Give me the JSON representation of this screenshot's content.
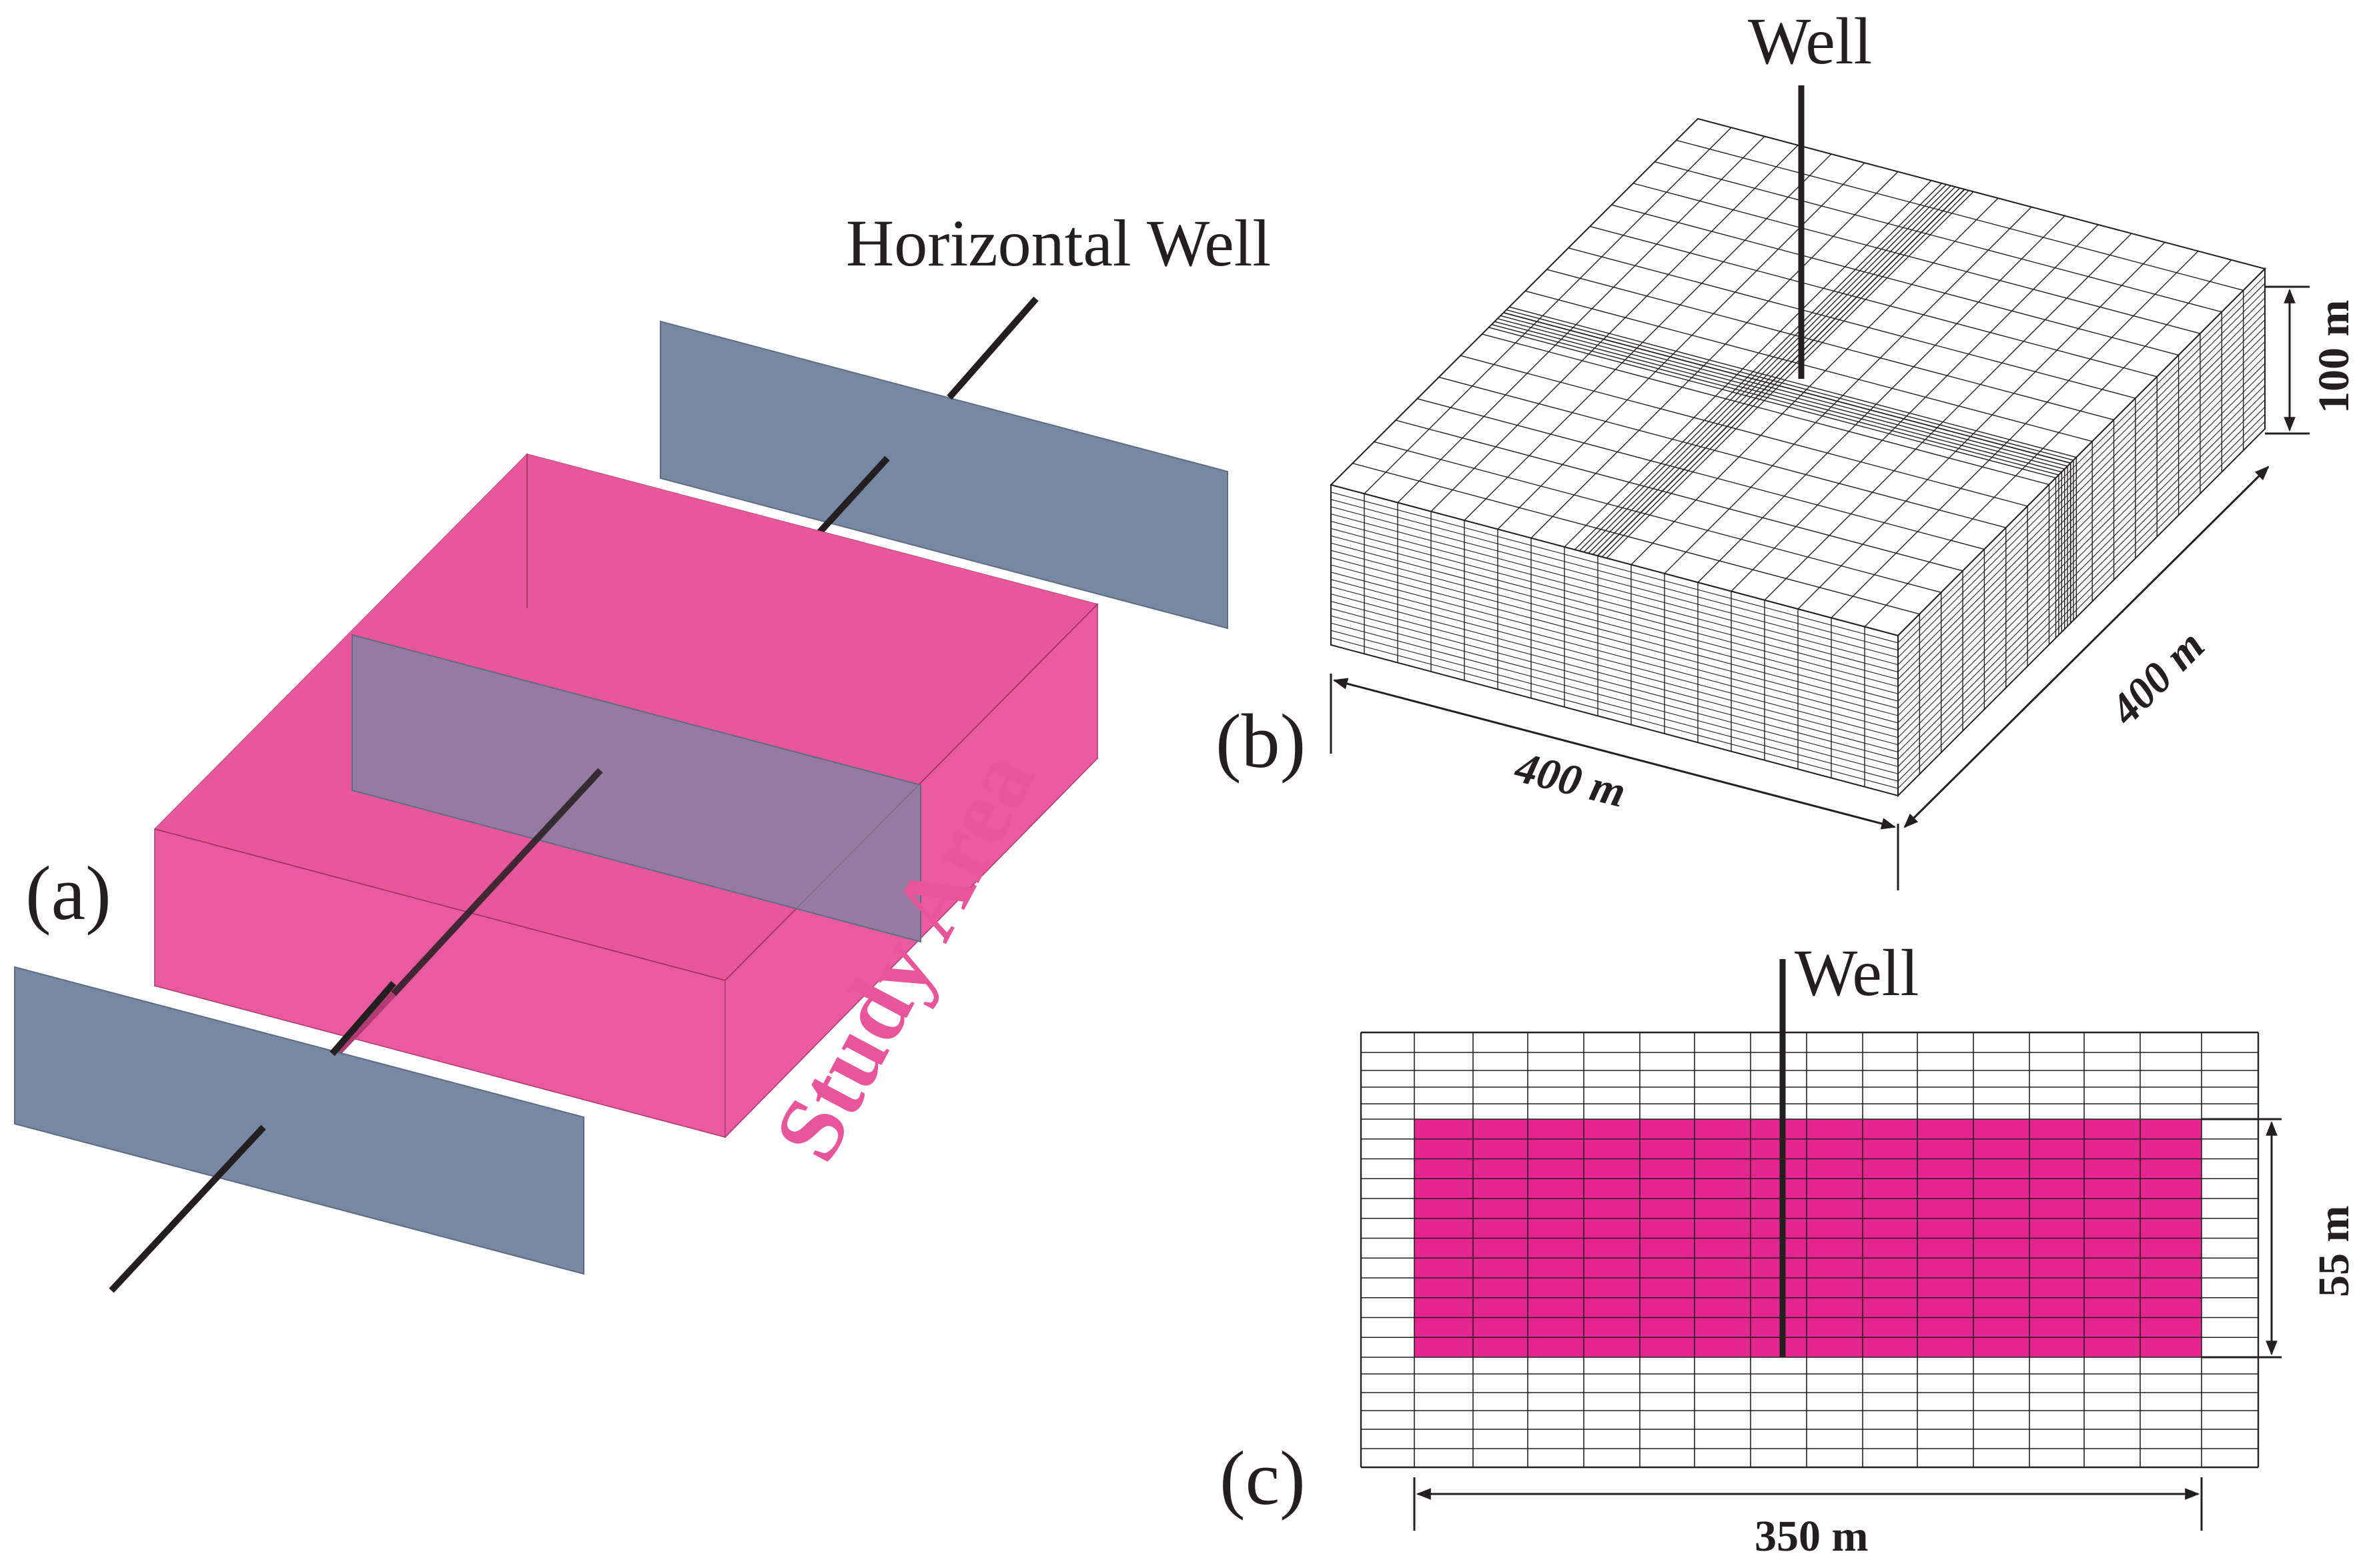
{
  "panel_a": {
    "tag": "(a)",
    "well_label": "Horizontal Well",
    "area_label": "Study Area",
    "colors": {
      "box": "#e8579b",
      "fracture": "#7788a3",
      "well": "#231f20"
    }
  },
  "panel_b": {
    "tag": "(b)",
    "well_label": "Well",
    "dim_width": "400 m",
    "dim_depth": "400 m",
    "dim_height": "100 m"
  },
  "panel_c": {
    "tag": "(c)",
    "well_label": "Well",
    "dim_width": "350 m",
    "dim_height": "55 m",
    "colors": {
      "zone": "#e6248f"
    }
  }
}
